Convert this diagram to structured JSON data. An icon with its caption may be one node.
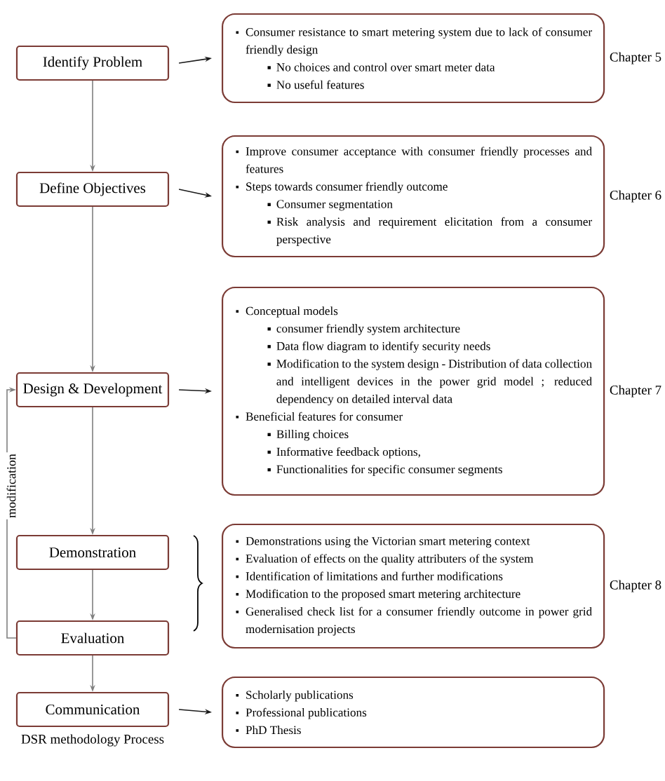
{
  "diagram": {
    "nodes": [
      {
        "text": [
          "Identify Problem"
        ]
      },
      {
        "text": [
          "Define Objectives"
        ]
      },
      {
        "text": [
          "Design & Development"
        ]
      },
      {
        "text": [
          "Demonstration"
        ]
      },
      {
        "text": [
          "Evaluation"
        ]
      },
      {
        "text": [
          "Communication"
        ],
        "beside": [
          "DSR methodology Process"
        ]
      },
      {
        "text": [
          "Consumer resistance to smart metering system due to lack of consumer friendly design",
          "No choices and control over smart meter data",
          "No useful features"
        ],
        "beside": [
          "Chapter 5"
        ]
      },
      {
        "text": [
          "Improve consumer acceptance with consumer friendly processes and features",
          "Steps towards consumer friendly outcome",
          "Consumer segmentation",
          "Risk analysis and requirement elicitation from a consumer perspective"
        ],
        "beside": [
          "Chapter 6"
        ]
      },
      {
        "text": [
          "Conceptual models",
          "consumer friendly system architecture",
          "Data flow diagram to identify security needs",
          "Modification to the system design - Distribution of data collection and intelligent devices in the power grid model ; reduced dependency on detailed interval data",
          "Beneficial features for consumer",
          "Billing choices",
          "Informative feedback options,",
          "Functionalities for specific consumer segments"
        ],
        "beside": [
          "Chapter 7"
        ]
      },
      {
        "text": [
          "Demonstrations using the Victorian smart metering context",
          "Evaluation of effects on the quality attributers of the system",
          "Identification of limitations and further modifications",
          "Modification to the proposed smart metering architecture",
          "Generalised check list for a consumer friendly outcome in power grid modernisation projects"
        ],
        "beside": [
          "Chapter 8"
        ]
      },
      {
        "text": [
          "Scholarly publications",
          "Professional publications",
          "PhD Thesis"
        ]
      }
    ],
    "edges": [
      {
        "from": 0,
        "to": 1,
        "arrow": "to"
      },
      {
        "from": 1,
        "to": 2,
        "arrow": "to"
      },
      {
        "from": 2,
        "to": 3,
        "arrow": "to"
      },
      {
        "from": 3,
        "to": 4,
        "arrow": "to"
      },
      {
        "from": 4,
        "to": 5,
        "arrow": "to"
      },
      {
        "from": 4,
        "to": 2,
        "arrow": "to",
        "label": "modification"
      },
      {
        "from": 0,
        "to": 6,
        "arrow": "to",
        "color": "#1a1a1a"
      },
      {
        "from": 1,
        "to": 7,
        "arrow": "to",
        "color": "#1a1a1a"
      },
      {
        "from": 2,
        "to": 8,
        "arrow": "to",
        "color": "#1a1a1a"
      },
      {
        "from": 5,
        "to": 10,
        "arrow": "to",
        "color": "#1a1a1a"
      }
    ]
  }
}
